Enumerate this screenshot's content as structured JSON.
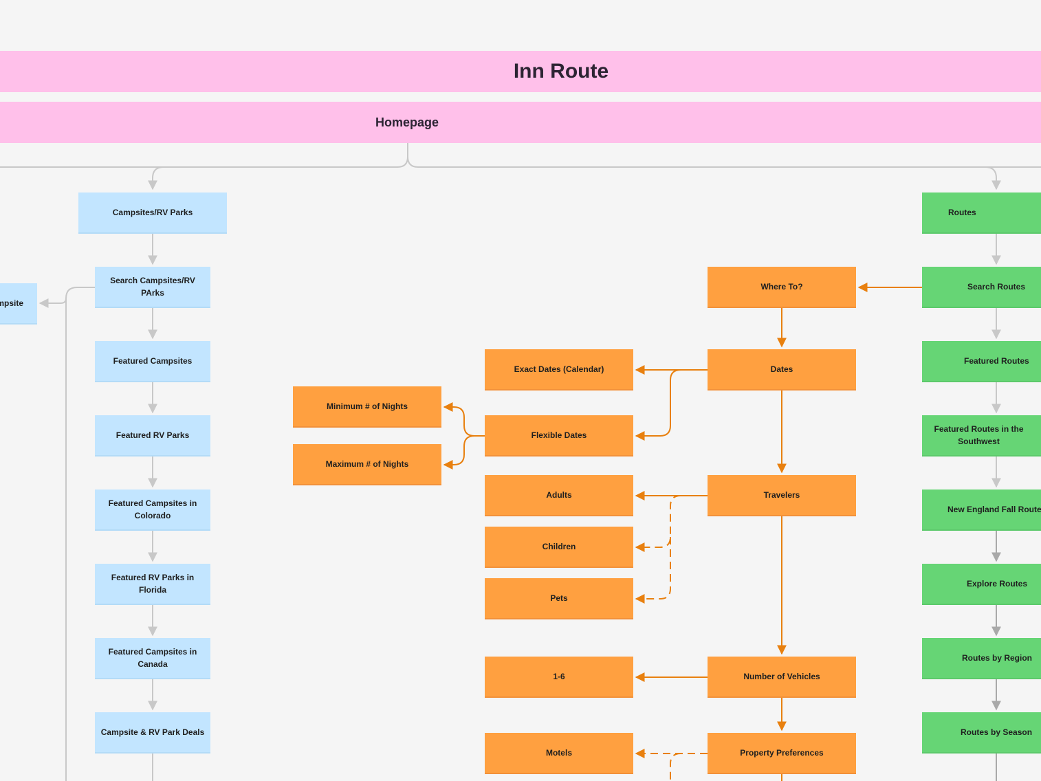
{
  "title": "Inn Route",
  "homepage": "Homepage",
  "campsites": {
    "header": "Campsites/RV Parks",
    "side_node": "Campsite",
    "items": [
      "Search Campsites/RV PArks",
      "Featured Campsites",
      "Featured RV Parks",
      "Featured Campsites in Colorado",
      "Featured RV Parks in Florida",
      "Featured Campsites in Canada",
      "Campsite & RV Park Deals"
    ]
  },
  "routes": {
    "header": "Routes",
    "items": [
      "Search Routes",
      "Featured Routes",
      "Featured Routes in the Southwest",
      "New England Fall Routes",
      "Explore Routes",
      "Routes by Region",
      "Routes by Season"
    ]
  },
  "search_flow": {
    "where_to": "Where To?",
    "dates": "Dates",
    "exact_dates": "Exact Dates (Calendar)",
    "flexible_dates": "Flexible Dates",
    "min_nights": "Minimum # of Nights",
    "max_nights": "Maximum # of Nights",
    "travelers": "Travelers",
    "adults": "Adults",
    "children": "Children",
    "pets": "Pets",
    "vehicles": "Number of Vehicles",
    "vehicles_range": "1-6",
    "property_preferences": "Property Preferences",
    "motels": "Motels"
  },
  "colors": {
    "band": "#ffc0ea",
    "campsites": "#c2e5ff",
    "routes": "#66d575",
    "search_flow": "#ffa040",
    "orange_line": "#e8800f",
    "gray_line": "#c8c8c8"
  }
}
